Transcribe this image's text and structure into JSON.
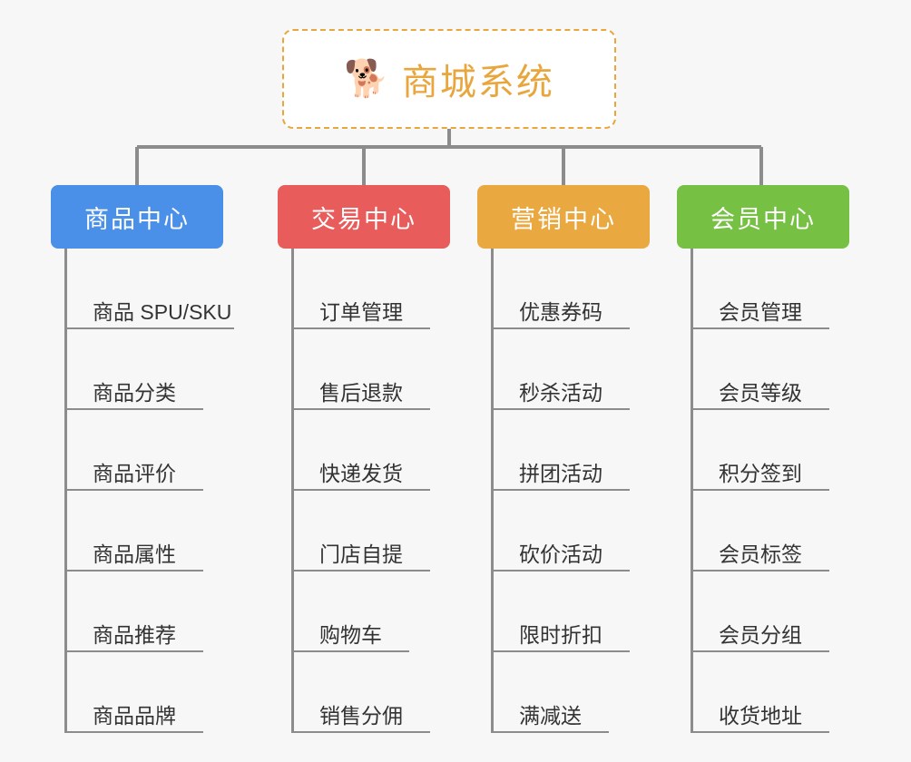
{
  "diagram": {
    "type": "mindmap-tree",
    "background_color": "#f7f7f7",
    "root": {
      "icon": "shiba-dog-face-icon",
      "emoji": "🐕",
      "title": "商城系统",
      "text_color": "#e8a63d",
      "border_color": "#e8a63d",
      "fill_color": "#ffffff"
    },
    "connector_color": "#8c8c8c",
    "branches": [
      {
        "label": "商品中心",
        "color": "#4a90e8",
        "items": [
          "商品 SPU/SKU",
          "商品分类",
          "商品评价",
          "商品属性",
          "商品推荐",
          "商品品牌"
        ]
      },
      {
        "label": "交易中心",
        "color": "#e85c5c",
        "items": [
          "订单管理",
          "售后退款",
          "快递发货",
          "门店自提",
          "购物车",
          "销售分佣"
        ]
      },
      {
        "label": "营销中心",
        "color": "#eaa940",
        "items": [
          "优惠券码",
          "秒杀活动",
          "拼团活动",
          "砍价活动",
          "限时折扣",
          "满减送"
        ]
      },
      {
        "label": "会员中心",
        "color": "#76c043",
        "items": [
          "会员管理",
          "会员等级",
          "积分签到",
          "会员标签",
          "会员分组",
          "收货地址"
        ]
      }
    ]
  }
}
